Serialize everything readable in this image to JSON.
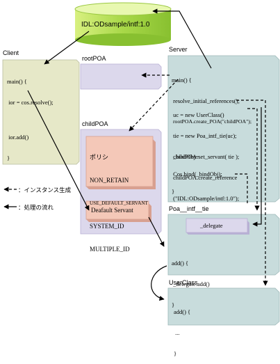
{
  "db": {
    "label": "IDL:ODsample/intf:1.0"
  },
  "client": {
    "title": "Client",
    "code": [
      "main() {",
      " ior = cos.resolve();",
      "",
      " ior.add()",
      "",
      "",
      "",
      "",
      "",
      "",
      "",
      "",
      "",
      "}"
    ]
  },
  "root_poa": {
    "title": "rootPOA"
  },
  "server": {
    "title": "Server",
    "code_1": [
      "main() {",
      " resolve_initial_references();",
      " rootPOA.create_POA(\"childPOA\");"
    ],
    "code_2": [
      " uc = new UserClass()",
      " tie = new Poa_intf_tie(uc);",
      " childPOA.set_servant( tie );"
    ],
    "code_3": [
      " _bindObj=",
      " childPOA.create_reference",
      " (\"IDL:ODsample/intf:1.0\");"
    ],
    "code_4": [
      " Cos.bind(_bindObj);"
    ],
    "code_5": [
      "}"
    ]
  },
  "child_poa": {
    "title": "childPOA",
    "policy_title": "ポリシ",
    "policies": [
      "NON_RETAIN",
      "USE_DEFAULT_SERVANT",
      "SYSTEM_ID",
      "MULTIPLE_ID"
    ],
    "servant": "Deafault Servant"
  },
  "tie": {
    "title": "Poa__intf__tie",
    "delegate": "_delegate",
    "code": [
      "add() {",
      " _delegate.add()",
      "}"
    ]
  },
  "user_class": {
    "title": "UserClass",
    "code": [
      "add() {",
      " ...",
      "}"
    ]
  },
  "legend": {
    "instance": "：インスタンス生成",
    "flow": "：処理の流れ"
  },
  "colors": {
    "client": "#e6e8c8",
    "poa": "#dcd8ec",
    "server": "#c8dcdc",
    "policy": "#f4c8b8",
    "db": "#b8e060"
  }
}
